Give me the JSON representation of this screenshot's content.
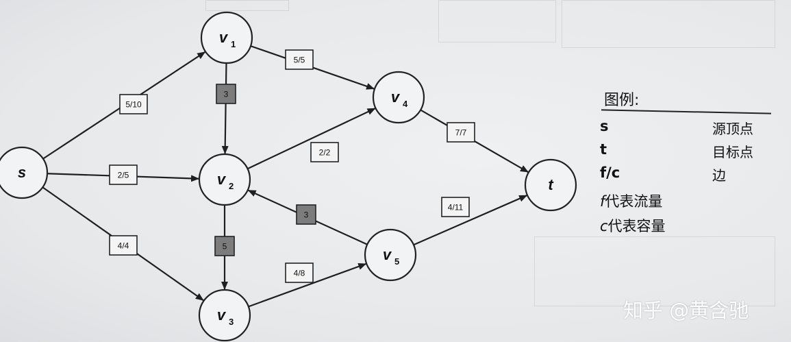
{
  "nodes": [
    {
      "id": "s",
      "main": "s",
      "sub": ""
    },
    {
      "id": "v1",
      "main": "v",
      "sub": "1"
    },
    {
      "id": "v2",
      "main": "v",
      "sub": "2"
    },
    {
      "id": "v3",
      "main": "v",
      "sub": "3"
    },
    {
      "id": "v4",
      "main": "v",
      "sub": "4"
    },
    {
      "id": "v5",
      "main": "v",
      "sub": "5"
    },
    {
      "id": "t",
      "main": "t",
      "sub": ""
    }
  ],
  "edges": [
    {
      "from": "s",
      "to": "v1",
      "label": "5/10",
      "dark": false
    },
    {
      "from": "s",
      "to": "v2",
      "label": "2/5",
      "dark": false
    },
    {
      "from": "s",
      "to": "v3",
      "label": "4/4",
      "dark": false
    },
    {
      "from": "v1",
      "to": "v2",
      "label": "3",
      "dark": true
    },
    {
      "from": "v1",
      "to": "v4",
      "label": "5/5",
      "dark": false
    },
    {
      "from": "v2",
      "to": "v4",
      "label": "2/2",
      "dark": false
    },
    {
      "from": "v2",
      "to": "v3",
      "label": "5",
      "dark": true
    },
    {
      "from": "v3",
      "to": "v5",
      "label": "4/8",
      "dark": false
    },
    {
      "from": "v5",
      "to": "v2",
      "label": "3",
      "dark": true
    },
    {
      "from": "v4",
      "to": "t",
      "label": "7/7",
      "dark": false
    },
    {
      "from": "v5",
      "to": "t",
      "label": "4/11",
      "dark": false
    }
  ],
  "legend": {
    "title": "图例:",
    "rows": [
      {
        "key": "s",
        "value": "源顶点"
      },
      {
        "key": "t",
        "value": "目标点"
      },
      {
        "key": "f/c",
        "value": "边"
      }
    ],
    "note_flow_var": "f",
    "note_flow_text": "代表流量",
    "note_cap_var": "c",
    "note_cap_text": "代表容量"
  },
  "watermark": "知乎 @黄含驰"
}
